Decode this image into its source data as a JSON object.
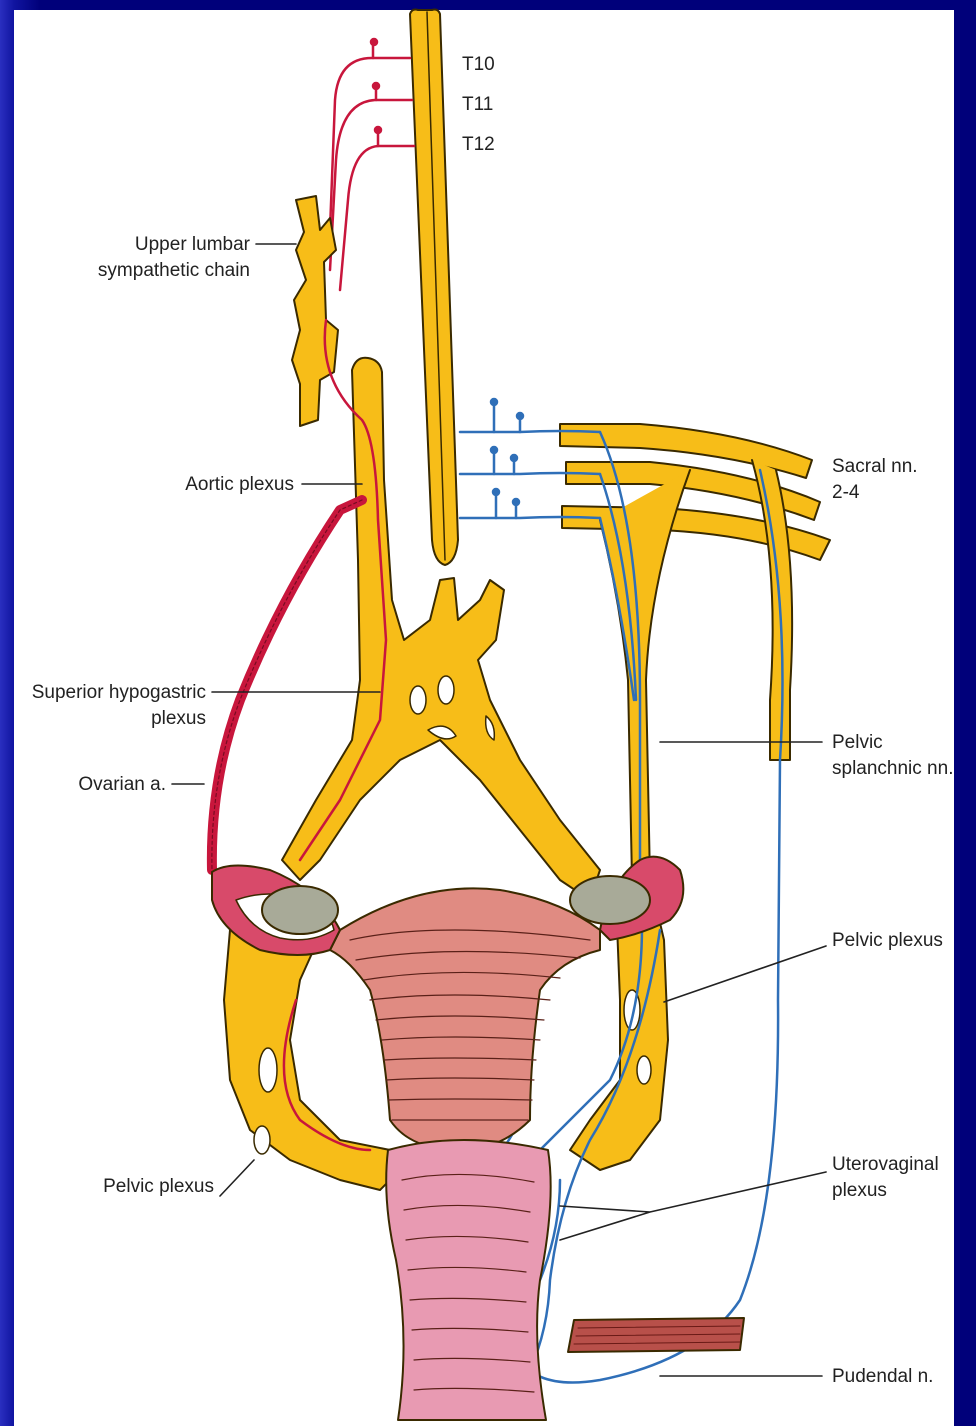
{
  "colors": {
    "background": "#00007a",
    "panel": "#ffffff",
    "nerve_yellow": "#f7bd18",
    "nerve_outline": "#3a2a00",
    "artery_red": "#c8163c",
    "nerve_blue": "#2f6fb8",
    "uterus": "#e08b82",
    "vagina": "#e89ab2",
    "ovary": "#a8aa98",
    "muscle": "#b8504a"
  },
  "labels": {
    "t10": "T10",
    "t11": "T11",
    "t12": "T12",
    "upper_lumbar_line1": "Upper lumbar",
    "upper_lumbar_line2": "sympathetic chain",
    "aortic_plexus": "Aortic plexus",
    "sacral_line1": "Sacral nn.",
    "sacral_line2": "2-4",
    "sup_hypo_line1": "Superior hypogastric",
    "sup_hypo_line2": "plexus",
    "ovarian_a": "Ovarian a.",
    "pelvic_splanchnic_line1": "Pelvic",
    "pelvic_splanchnic_line2": "splanchnic nn.",
    "pelvic_plexus_right": "Pelvic plexus",
    "pelvic_plexus_left": "Pelvic plexus",
    "uterovaginal_line1": "Uterovaginal",
    "uterovaginal_line2": "plexus",
    "pudendal_n": "Pudendal n."
  }
}
